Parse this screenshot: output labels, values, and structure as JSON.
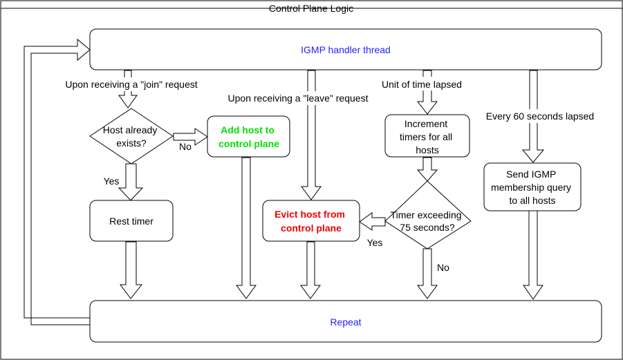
{
  "title": "Control Plane Logic",
  "colors": {
    "blue_text": "#1f1fff",
    "green_text": "#00dd00",
    "red_text": "#ee0000",
    "stroke": "#000000"
  },
  "nodes": {
    "igmp_handler": "IGMP handler thread",
    "host_exists_q": [
      "Host already",
      "exists?"
    ],
    "add_host": [
      "Add host to",
      "control plane"
    ],
    "rest_timer": "Rest timer",
    "evict_host": [
      "Evict host from",
      "control plane"
    ],
    "increment_timers": [
      "Increment",
      "timers for all",
      "hosts"
    ],
    "timer_exceeding_q": [
      "Timer exceeding",
      "75 seconds?"
    ],
    "send_query": [
      "Send IGMP",
      "membership query",
      "to all hosts"
    ],
    "repeat": "Repeat"
  },
  "labels": {
    "join": "Upon receiving a \"join\" request",
    "leave": "Upon receiving a \"leave\" request",
    "unit_time": "Unit of time lapsed",
    "every60": "Every 60 seconds lapsed",
    "no1": "No",
    "yes1": "Yes",
    "yes2": "Yes",
    "no2": "No"
  }
}
